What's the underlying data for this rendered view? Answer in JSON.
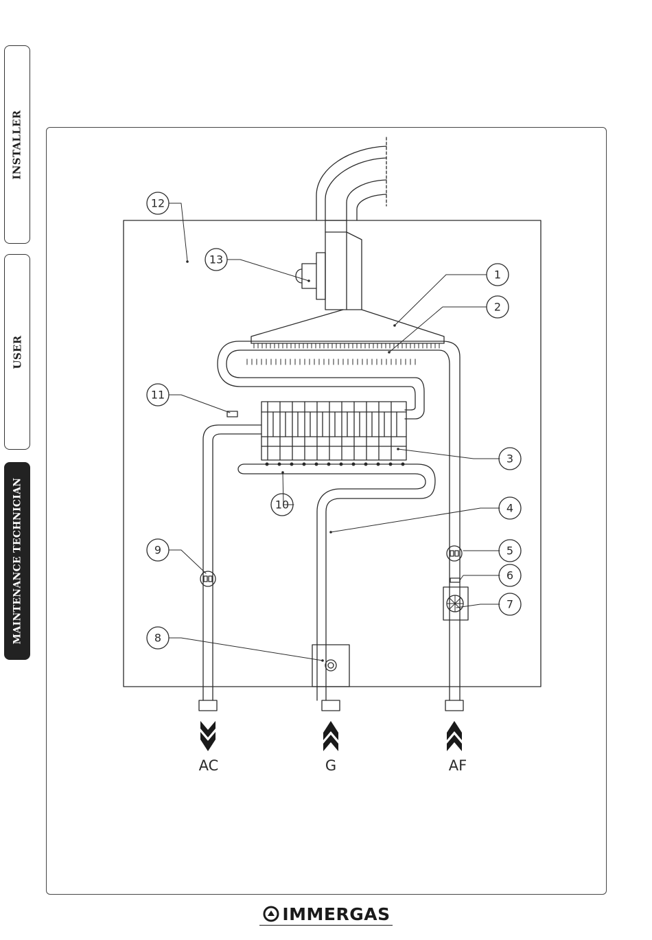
{
  "tabs": [
    {
      "label": "INSTALLER",
      "active": false
    },
    {
      "label": "USER",
      "active": false
    },
    {
      "label": "MAINTENANCE TECHNICIAN",
      "active": true
    }
  ],
  "diagram": {
    "callouts": [
      "1",
      "2",
      "3",
      "4",
      "5",
      "6",
      "7",
      "8",
      "9",
      "10",
      "11",
      "12",
      "13"
    ],
    "connections": [
      "AC",
      "G",
      "AF"
    ]
  },
  "brand": {
    "name": "IMMERGAS"
  },
  "colors": {
    "line": "#2a2a2a",
    "tab_active_bg": "#222222"
  }
}
